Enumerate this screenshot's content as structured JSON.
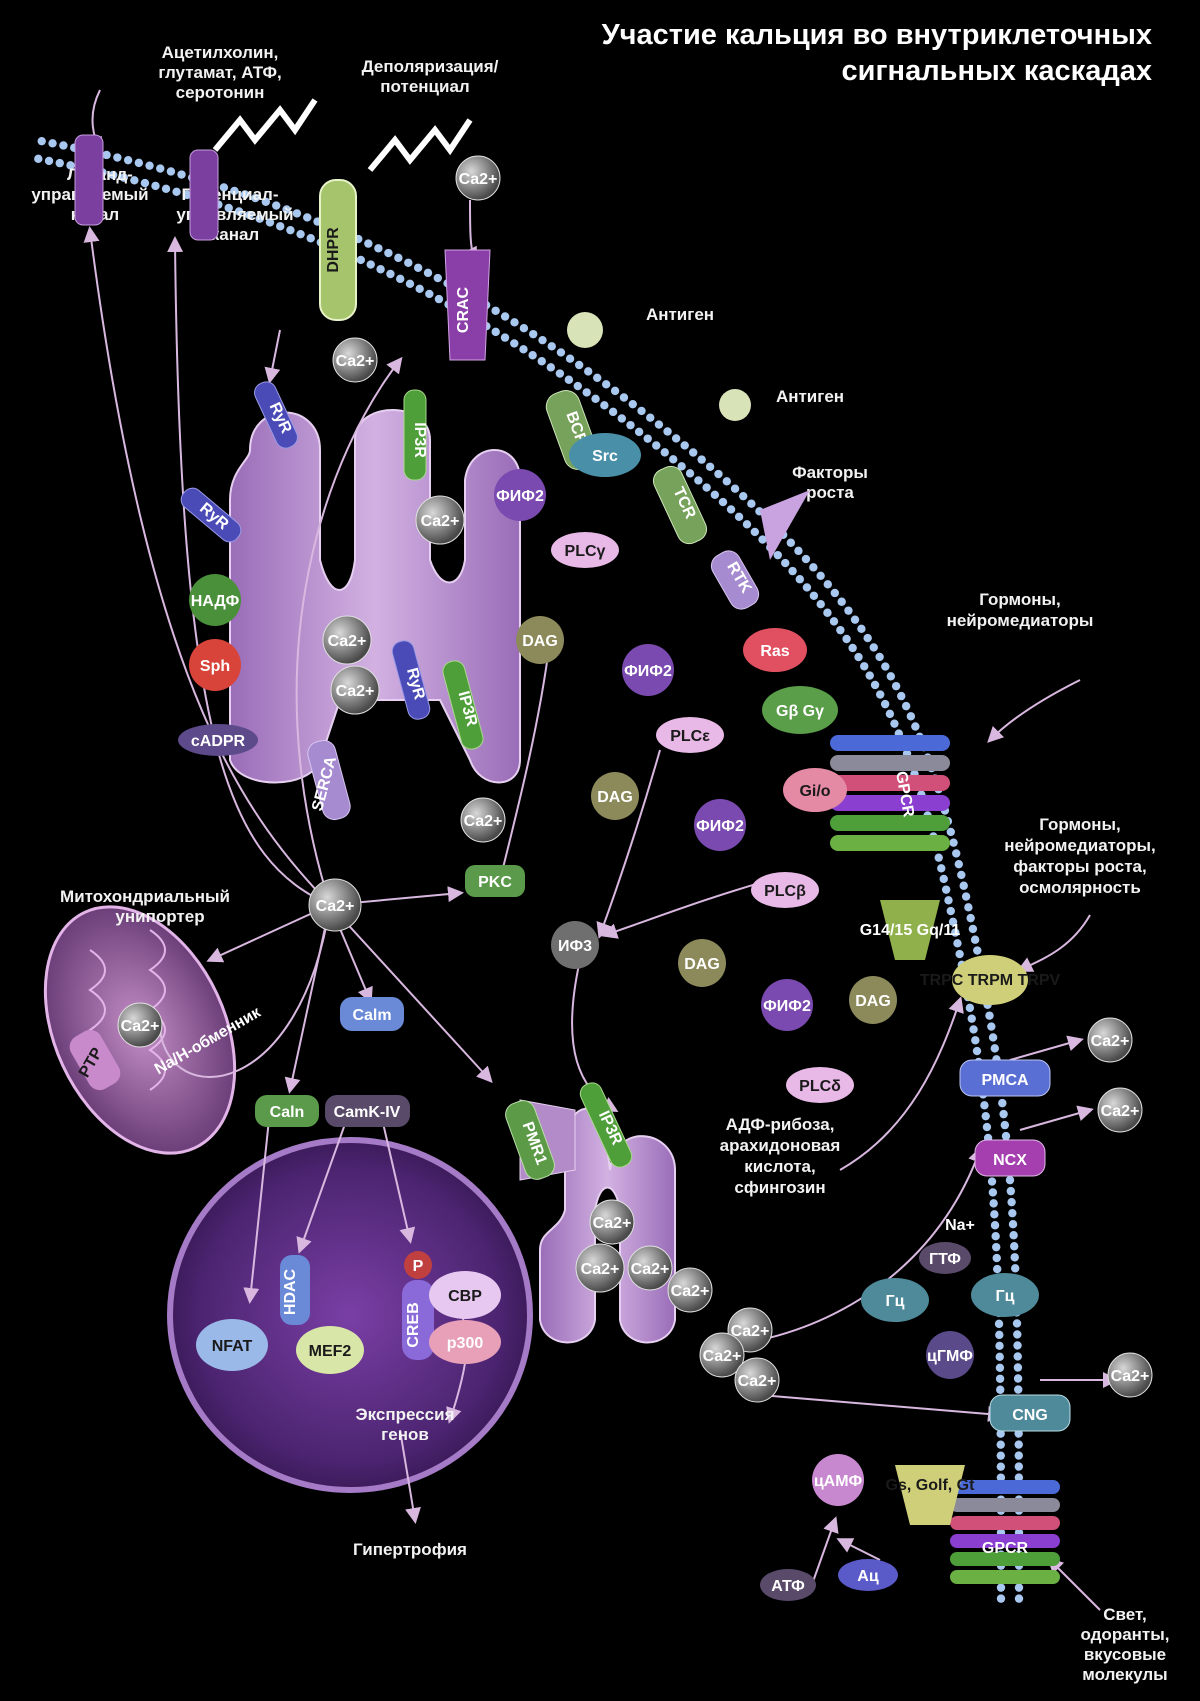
{
  "title": {
    "line1": "Участие кальция во внутриклеточных",
    "line2": "сигнальных каскадах"
  },
  "captions": {
    "ligands": [
      "Ацетилхолин,",
      "глутамат, АТФ,",
      "серотонин"
    ],
    "depolarization": [
      "Деполяризация/",
      "потенциал"
    ],
    "antigen1": "Антиген",
    "antigen2": "Антиген",
    "growth_factors": [
      "Факторы",
      "роста"
    ],
    "hormones1": [
      "Гормоны,",
      "нейромедиаторы"
    ],
    "hormones2": [
      "Гормоны,",
      "нейромедиаторы,",
      "факторы роста,",
      "осмолярность"
    ],
    "adp_ribose": [
      "АДФ-рибоза,",
      "арахидоновая",
      "кислота,",
      "сфингозин"
    ],
    "gene_expression": [
      "Экспрессия",
      "генов"
    ],
    "hypertrophy": "Гипертрофия",
    "light": [
      "Свет,",
      "одоранты,",
      "вкусовые",
      "молекулы"
    ],
    "mito_uniporter": [
      "Митохондриальный",
      "унипортер"
    ],
    "ligand_channel": [
      "Лиганд-",
      "управляемый",
      "канал"
    ],
    "voltage_channel": [
      "Потенциал-",
      "управляемый",
      "канал"
    ]
  },
  "nodes": {
    "dhpr": "DHPR",
    "crac": "CRAC",
    "ryr": "RyR",
    "ip3r": "IP3R",
    "bcr": "BCR",
    "tcr": "TCR",
    "rtk": "RTK",
    "src": "Src",
    "ras": "Ras",
    "gbg": "Gβ Gγ",
    "gio": "Gi/o",
    "gpcr": "GPCR",
    "gq": "G14/15 Gq/11",
    "trp": "TRPC TRPM TRPV",
    "pmca": "PMCA",
    "ncx": "NCX",
    "cng": "CNG",
    "gs": "Gs, Golf, Gt",
    "ac": "Ац",
    "camp": "цАМФ",
    "atp": "АТФ",
    "gtp": "ГТФ",
    "gc1": "Гц",
    "gc2": "Гц",
    "cgmp": "цГМФ",
    "na": "Na+",
    "nadph": "НАДФ",
    "sph": "Sph",
    "cadpr": "cADPR",
    "serca": "SERCA",
    "pip2_a": "ФИФ2",
    "pip2_b": "ФИФ2",
    "pip2_c": "ФИФ2",
    "pip2_d": "ФИФ2",
    "plcg": "PLCγ",
    "plce": "PLCε",
    "plcb": "PLCβ",
    "plcd": "PLCδ",
    "dag1": "DAG",
    "dag2": "DAG",
    "dag3": "DAG",
    "dag4": "DAG",
    "ip3": "ИФ3",
    "pkc": "PKC",
    "calm": "Calm",
    "caln": "Caln",
    "camk": "CamK-IV",
    "pmr1": "PMR1",
    "ptp": "PTP",
    "nah": "Na/H-обменник",
    "p": "P",
    "creb": "CREB",
    "cbp": "CBP",
    "p300": "p300",
    "hdac": "HDAC",
    "mef2": "MEF2",
    "nfa": "NFAT",
    "ca": "Ca2+"
  },
  "colors": {
    "background": "#000000",
    "er": "#b98fcf",
    "membrane_dot": "#a8c8f0",
    "nucleus": "#6a3c93",
    "calcium": "#6f6f6f"
  }
}
